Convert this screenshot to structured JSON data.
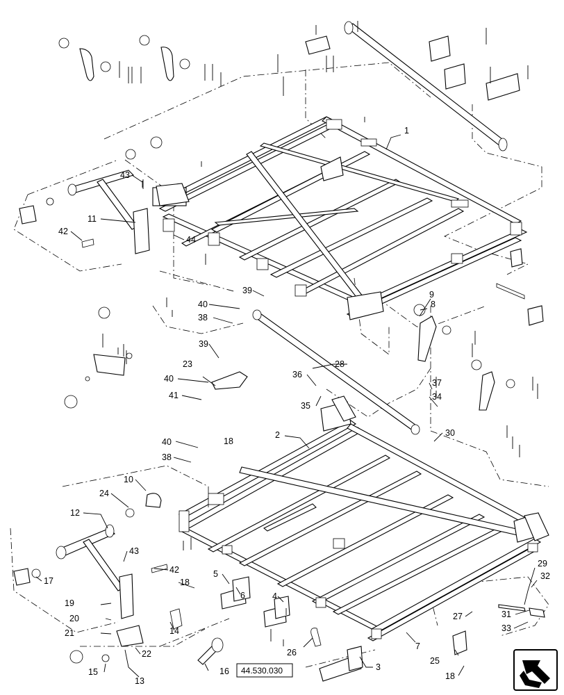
{
  "figure_ref": "44.530.030",
  "nav_icon": "next-page-arrow-icon",
  "callouts": [
    "1",
    "2",
    "3",
    "4",
    "5",
    "6",
    "7",
    "8",
    "9",
    "10",
    "11",
    "12",
    "13",
    "14",
    "15",
    "16",
    "17",
    "18",
    "18",
    "18",
    "19",
    "20",
    "21",
    "22",
    "23",
    "24",
    "25",
    "26",
    "27",
    "28",
    "29",
    "30",
    "31",
    "32",
    "33",
    "34",
    "35",
    "36",
    "37",
    "38",
    "38",
    "39",
    "39",
    "40",
    "40",
    "40",
    "41",
    "42",
    "42",
    "43",
    "43",
    "44"
  ]
}
